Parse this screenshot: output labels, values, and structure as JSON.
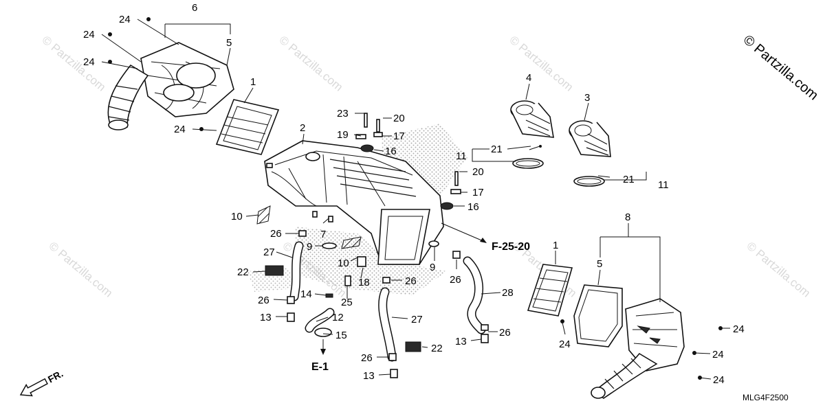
{
  "copyright": "© Partzilla.com",
  "watermark": "© Partzilla.com",
  "diagram_code": "MLG4F2500",
  "front_label": "FR.",
  "refs": [
    "F-25-20",
    "E-1"
  ],
  "labels": [
    "6",
    "24",
    "24",
    "5",
    "24",
    "1",
    "24",
    "2",
    "23",
    "20",
    "19",
    "17",
    "16",
    "4",
    "3",
    "21",
    "11",
    "11",
    "21",
    "20",
    "17",
    "16",
    "10",
    "26",
    "7",
    "27",
    "9",
    "22",
    "10",
    "18",
    "9",
    "26",
    "26",
    "14",
    "25",
    "13",
    "12",
    "15",
    "27",
    "26",
    "22",
    "13",
    "8",
    "5",
    "1",
    "26",
    "28",
    "26",
    "13",
    "24",
    "24",
    "24",
    "24"
  ]
}
